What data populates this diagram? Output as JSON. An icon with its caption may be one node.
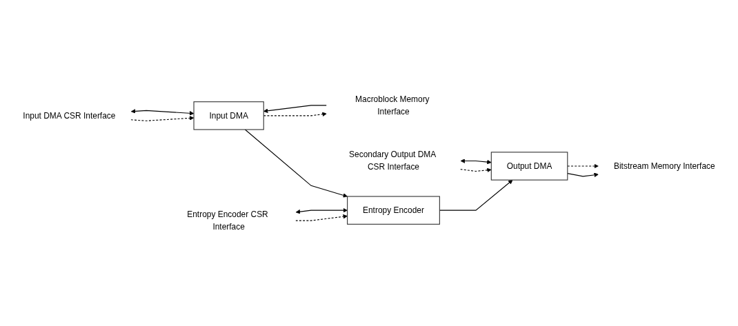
{
  "diagram": {
    "nodes": [
      {
        "text": [
          "Input DMA CSR Interface"
        ]
      },
      {
        "text": [
          "Entropy Encoder CSR Interface"
        ]
      },
      {
        "text": [
          "Macroblock Memory Interface"
        ]
      },
      {
        "text": [
          "Input DMA"
        ]
      },
      {
        "text": [
          "Entropy Encoder"
        ]
      },
      {
        "text": [
          "Output DMA"
        ]
      },
      {
        "text": [
          "Bitstream Memory Interface"
        ]
      },
      {
        "text": [
          "Secondary Output DMA CSR Interface"
        ]
      }
    ],
    "edges": [
      {
        "from": 0,
        "to": 3,
        "arrow": "to",
        "style": "dashed"
      },
      {
        "from": 0,
        "to": 3,
        "arrow": "both"
      },
      {
        "from": 1,
        "to": 4,
        "arrow": "to",
        "style": "dashed"
      },
      {
        "from": 1,
        "to": 4,
        "arrow": "both"
      },
      {
        "from": 2,
        "to": 3,
        "arrow": "to"
      },
      {
        "from": 3,
        "to": 2,
        "arrow": "to",
        "style": "dashed"
      },
      {
        "from": 3,
        "to": 4,
        "arrow": "to"
      },
      {
        "from": 4,
        "to": 5,
        "arrow": "to"
      },
      {
        "from": 5,
        "to": 6,
        "arrow": "to"
      },
      {
        "from": 5,
        "to": 6,
        "arrow": "to",
        "style": "dashed"
      },
      {
        "from": 7,
        "to": 5,
        "arrow": "to",
        "style": "dashed"
      },
      {
        "from": 7,
        "to": 5,
        "arrow": "both"
      }
    ]
  }
}
